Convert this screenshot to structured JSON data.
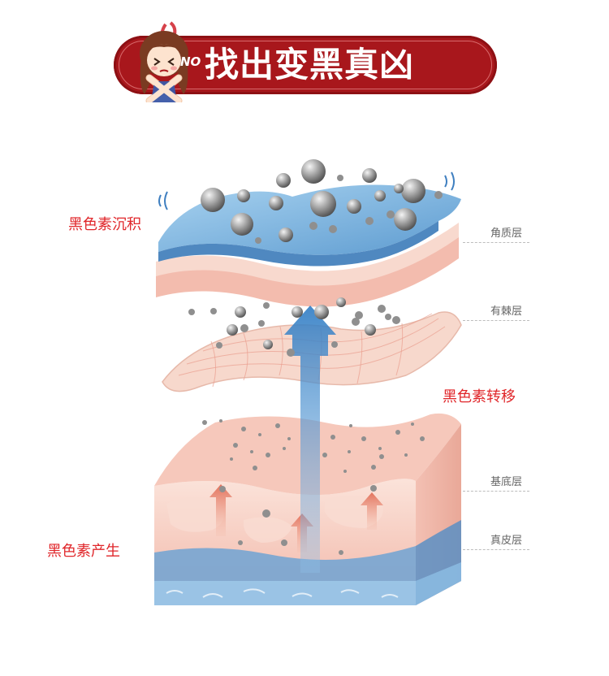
{
  "header": {
    "badge": "NO",
    "title": "找出变黑真凶"
  },
  "processes": [
    {
      "key": "deposition",
      "label": "黑色素沉积"
    },
    {
      "key": "transfer",
      "label": "黑色素转移"
    },
    {
      "key": "production",
      "label": "黑色素产生"
    }
  ],
  "layers": [
    {
      "key": "stratum-corneum",
      "label": "角质层"
    },
    {
      "key": "spinous",
      "label": "有棘层"
    },
    {
      "key": "basal",
      "label": "基底层"
    },
    {
      "key": "dermis",
      "label": "真皮层"
    }
  ],
  "colors": {
    "banner": "#a8171c",
    "accent_text": "#e0262a",
    "skin_pink": "#f6c9bc",
    "skin_blue": "#7fb3dd",
    "pigment": "#9a9a9a"
  },
  "icons": [
    "girl-mascot-icon",
    "up-arrow-icon",
    "melanin-granule-icon"
  ]
}
